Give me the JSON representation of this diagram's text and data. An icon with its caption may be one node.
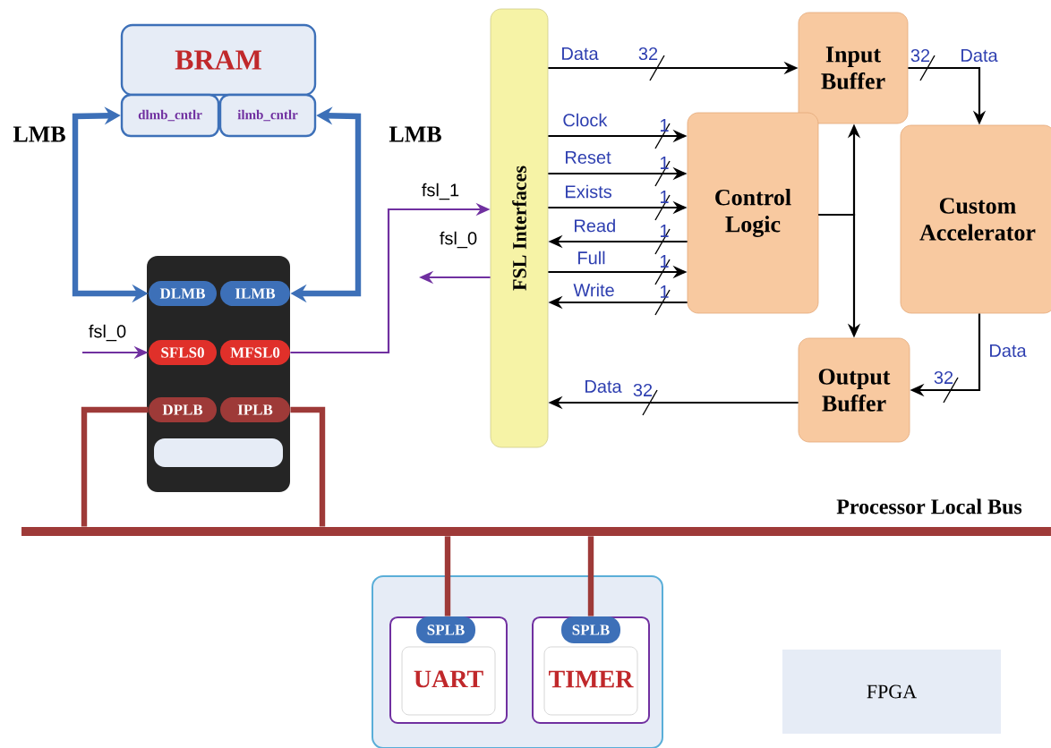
{
  "diagram": {
    "nodes": [
      {
        "text": [
          "BRAM"
        ]
      },
      {
        "text": [
          "dlmb_cntlr"
        ]
      },
      {
        "text": [
          "ilmb_cntlr"
        ]
      },
      {
        "text": [],
        "shape": "box"
      },
      {
        "text": [
          "DLMB"
        ],
        "in": 3
      },
      {
        "text": [
          "ILMB"
        ],
        "in": 3
      },
      {
        "text": [
          "SFLS0"
        ],
        "in": 3
      },
      {
        "text": [
          "MFSL0"
        ],
        "in": 3
      },
      {
        "text": [
          "DPLB"
        ],
        "in": 3
      },
      {
        "text": [
          "IPLB"
        ],
        "in": 3
      },
      {
        "text": [],
        "shape": "box",
        "in": 3
      },
      {
        "text": [
          "FSL Interfaces"
        ]
      },
      {
        "text": [
          "Input Buffer"
        ]
      },
      {
        "text": [
          "Control Logic"
        ]
      },
      {
        "text": [
          "Custom Accelerator"
        ]
      },
      {
        "text": [
          "Output Buffer"
        ]
      },
      {
        "text": [],
        "shape": "box"
      },
      {
        "text": [
          "UART"
        ],
        "in": 16
      },
      {
        "text": [
          "SPLB"
        ],
        "in": 17
      },
      {
        "text": [
          "TIMER"
        ],
        "in": 16
      },
      {
        "text": [
          "SPLB"
        ],
        "in": 19
      },
      {
        "text": [],
        "shape": "bar",
        "beside": [
          "Processor Local Bus"
        ]
      },
      {
        "text": [
          "FPGA"
        ]
      }
    ],
    "edges": [
      {
        "from": 4,
        "to": 1,
        "arrow": "both",
        "label": "LMB",
        "style": "thick",
        "color": "#3d70b8"
      },
      {
        "from": 5,
        "to": 2,
        "arrow": "both",
        "label": "LMB",
        "style": "thick",
        "color": "#3d70b8"
      },
      {
        "from": null,
        "to": 6,
        "arrow": "to",
        "label": "fsl_0",
        "color": "#7030a0"
      },
      {
        "from": 7,
        "to": 11,
        "arrow": "to",
        "label": "fsl_1",
        "color": "#7030a0"
      },
      {
        "from": 11,
        "to": null,
        "arrow": "to",
        "label": "fsl_0",
        "color": "#7030a0"
      },
      {
        "from": 8,
        "to": 21,
        "arrow": "none",
        "style": "thick",
        "color": "#9e3a38"
      },
      {
        "from": 9,
        "to": 21,
        "arrow": "none",
        "style": "thick",
        "color": "#9e3a38"
      },
      {
        "from": 21,
        "to": 18,
        "arrow": "none",
        "style": "thick",
        "color": "#9e3a38"
      },
      {
        "from": 21,
        "to": 20,
        "arrow": "none",
        "style": "thick",
        "color": "#9e3a38"
      },
      {
        "from": 11,
        "to": 12,
        "arrow": "to",
        "label": "Data"
      },
      {
        "from": 12,
        "to": 14,
        "arrow": "to",
        "label": "Data"
      },
      {
        "from": 14,
        "to": 15,
        "arrow": "to",
        "label": "Data"
      },
      {
        "from": 15,
        "to": 11,
        "arrow": "to",
        "label": "Data"
      },
      {
        "from": 11,
        "to": 13,
        "arrow": "to",
        "label": "Clock"
      },
      {
        "from": 11,
        "to": 13,
        "arrow": "to",
        "label": "Reset"
      },
      {
        "from": 11,
        "to": 13,
        "arrow": "to",
        "label": "Exists"
      },
      {
        "from": 13,
        "to": 11,
        "arrow": "to",
        "label": "Read"
      },
      {
        "from": 11,
        "to": 13,
        "arrow": "to",
        "label": "Full"
      },
      {
        "from": 13,
        "to": 11,
        "arrow": "to",
        "label": "Write"
      },
      {
        "from": 13,
        "to": 12,
        "arrow": "to"
      },
      {
        "from": 13,
        "to": 15,
        "arrow": "to"
      }
    ],
    "labels": [
      "32",
      "32",
      "1",
      "1",
      "1",
      "1",
      "1",
      "1",
      "32",
      "32"
    ]
  }
}
